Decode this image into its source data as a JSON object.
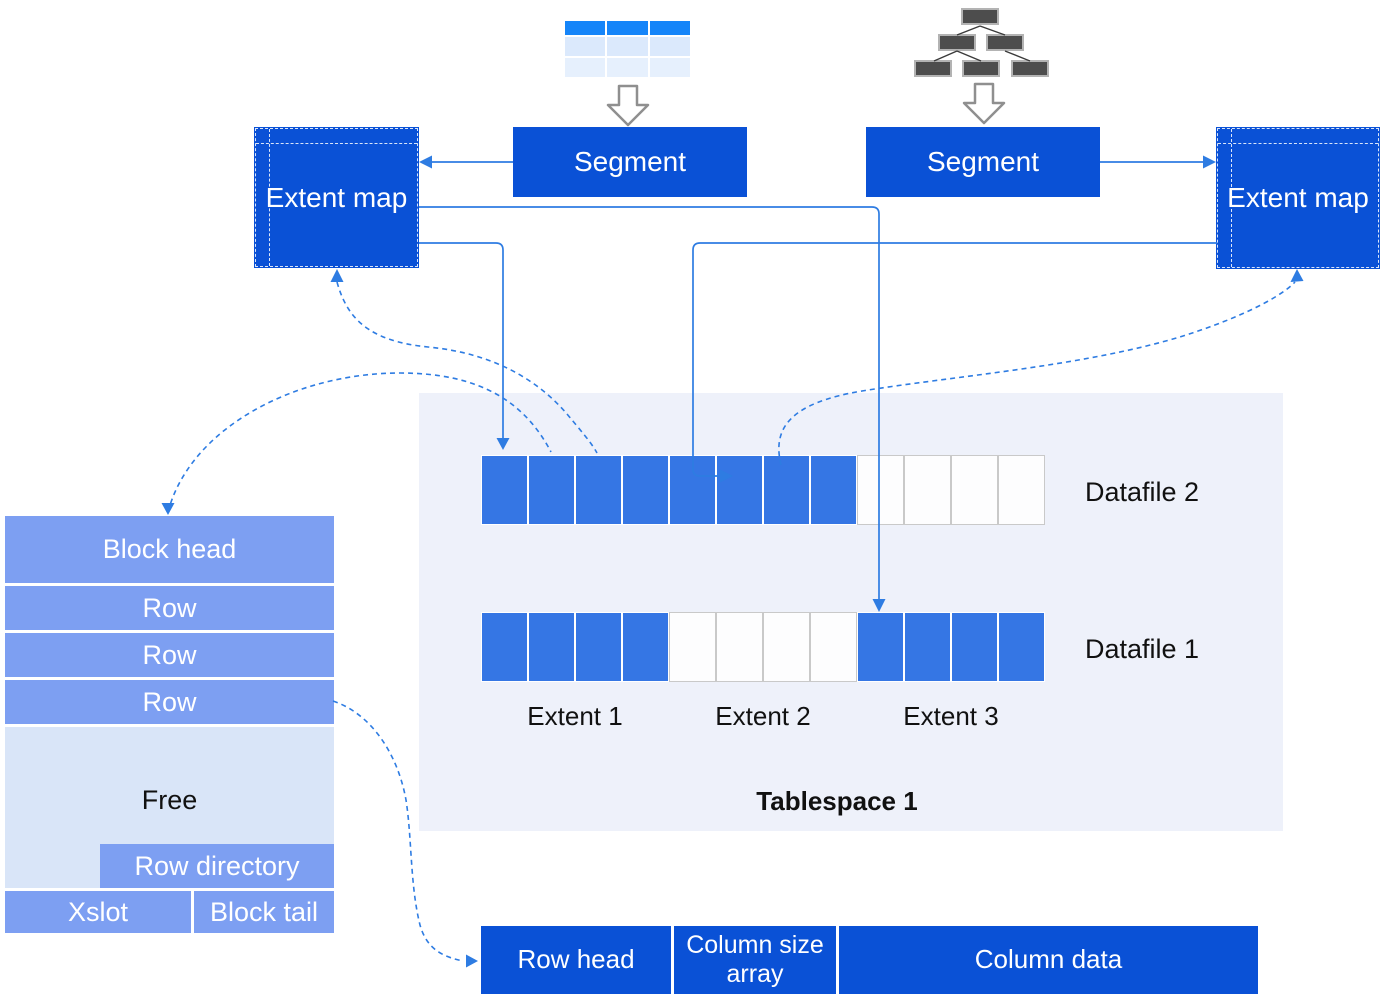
{
  "diagram": {
    "segments": {
      "left": "Segment",
      "right": "Segment"
    },
    "extent_maps": {
      "left": "Extent map",
      "right": "Extent map"
    },
    "tablespace": {
      "label": "Tablespace 1",
      "datafiles": [
        {
          "label": "Datafile 2",
          "blocks": [
            1,
            1,
            1,
            1,
            1,
            1,
            1,
            1,
            0,
            0,
            0,
            0
          ]
        },
        {
          "label": "Datafile 1",
          "blocks": [
            1,
            1,
            1,
            1,
            0,
            0,
            0,
            0,
            1,
            1,
            1,
            1
          ]
        }
      ],
      "extents": [
        "Extent 1",
        "Extent 2",
        "Extent 3"
      ]
    },
    "block": {
      "head": "Block head",
      "rows": [
        "Row",
        "Row",
        "Row"
      ],
      "free": "Free",
      "row_directory": "Row directory",
      "xslot": "Xslot",
      "block_tail": "Block tail"
    },
    "row": {
      "cells": [
        "Row head",
        "Column size array",
        "Column data"
      ]
    },
    "icons": {
      "table": "table-icon",
      "btree": "btree-index-icon",
      "down_arrow": "down-arrow-icon"
    },
    "colors": {
      "primary_blue": "#0a51d6",
      "extent_block_blue": "#3576e4",
      "block_mid_blue": "#7d9ff2",
      "block_light_blue": "#d9e5f8",
      "tablespace_bg": "#eef1fa",
      "connector_blue": "#2e7ce2",
      "table_icon_header": "#1585f9",
      "tree_icon_gray": "#4d4d4d"
    }
  }
}
